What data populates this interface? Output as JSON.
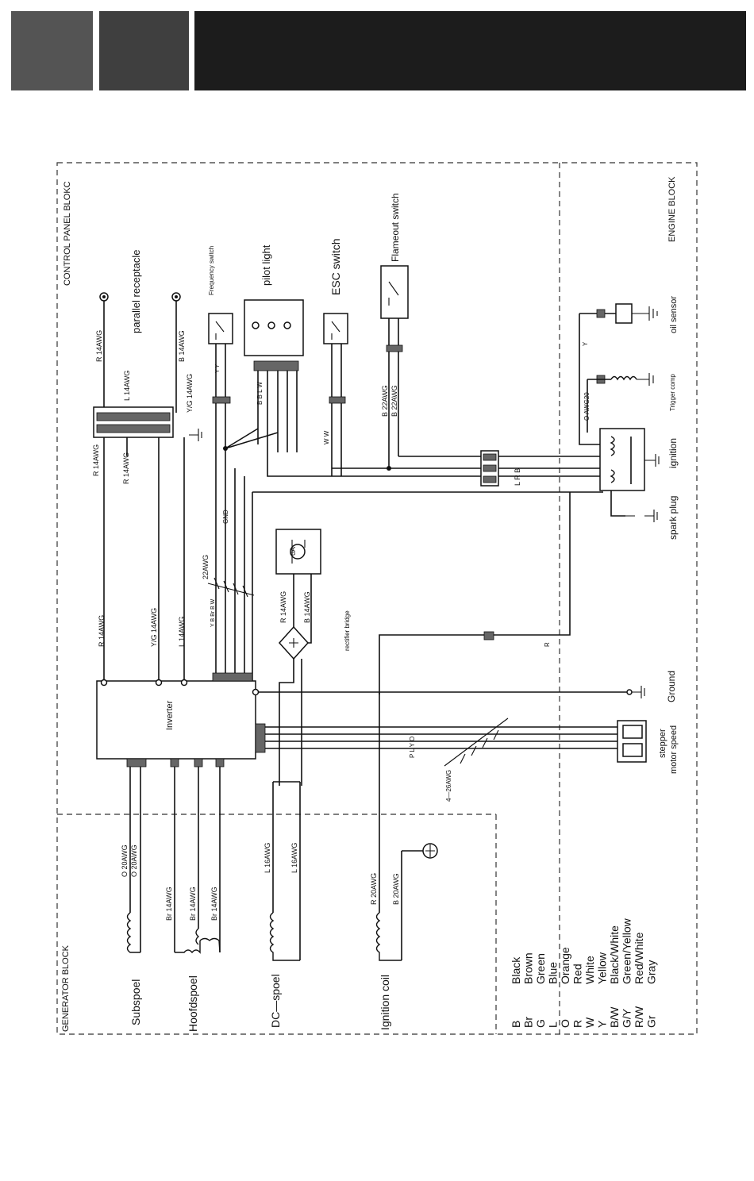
{
  "blocks": {
    "control_panel": "CONTROL PANEL BLOKC",
    "engine": "ENGINE BLOCK",
    "generator": "GENERATOR BLOCK"
  },
  "components": {
    "parallel_receptacle": "parallel receptacle",
    "frequency_switch": "Frequency switch",
    "pilot_light": "pilot light",
    "esc_switch": "ESC switch",
    "flameout_switch": "Flameout switch",
    "oil_sensor": "oil sensor",
    "trigger_comp": "Trigger comp",
    "ignition": "ignition",
    "spark_plug": "spark plug",
    "inverter": "Inverter",
    "rectifier_bridge": "rectifier bridge",
    "ground": "Ground",
    "stepper_motor_line1": "stepper",
    "stepper_motor_line2": "motor speed",
    "subspoel": "Subspoel",
    "hoofdspoel": "Hoofdspoel",
    "dc_spoel": "DC—spoel",
    "ignition_coil": "Ignition coil",
    "fuse": "0A"
  },
  "wire_labels": {
    "r14_top": "R 14AWG",
    "b14_top": "B 14AWG",
    "l14": "L 14AWG",
    "yg14_top": "Y/G 14AWG",
    "r14_a": "R 14AWG",
    "r14_b": "R 14AWG",
    "r14_c": "R 14AWG",
    "yg14_mid": "Y/G 14AWG",
    "l14_mid": "L 14AWG",
    "awg22_a": "22AWG",
    "gnd": "GND",
    "r14_rect": "R 14AWG",
    "b14_rect": "B 14AWG",
    "b22": "B 22AWG",
    "b22b": "B 22AWG",
    "awg20": "O AWG20",
    "y_oil": "Y",
    "lrb": "L R B",
    "r_return": "R",
    "plyo": "P L Y O",
    "awg4_26": "4—26AWG",
    "o20a": "O 20AWG",
    "o20b": "O 20AWG",
    "br14_a": "Br 14AWG",
    "br14_b": "Br 14AWG",
    "br14_c": "Br 14AWG",
    "l16a": "L 16AWG",
    "l16b": "L 16AWG",
    "r20": "R 20AWG",
    "b20": "B 20AWG",
    "pilot_wires": "B B L W",
    "esc_wires": "W W",
    "freq_wires": "Y Y",
    "inv_wires": "Y B Br B W"
  },
  "legend": [
    {
      "code": "B",
      "color": "Black"
    },
    {
      "code": "Br",
      "color": "Brown"
    },
    {
      "code": "G",
      "color": "Green"
    },
    {
      "code": "L",
      "color": "Blue"
    },
    {
      "code": "O",
      "color": "Orange"
    },
    {
      "code": "R",
      "color": "Red"
    },
    {
      "code": "W",
      "color": "White"
    },
    {
      "code": "Y",
      "color": "Yellow"
    },
    {
      "code": "B/W",
      "color": "Black/White"
    },
    {
      "code": "G/Y",
      "color": "Green/Yellow"
    },
    {
      "code": "R/W",
      "color": "Red/White"
    },
    {
      "code": "Gr",
      "color": "Gray"
    }
  ],
  "colors": {
    "header_1": "#545454",
    "header_2": "#3f3f3f",
    "header_3": "#1c1c1c",
    "line": "#111111"
  }
}
